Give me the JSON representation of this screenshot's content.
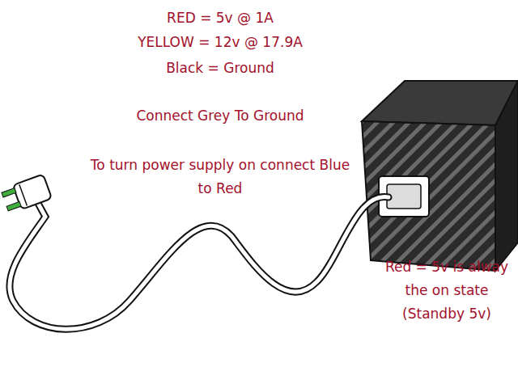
{
  "diagram": {
    "labels": [
      "RED = 5v @ 1A",
      "YELLOW = 12v @ 17.9A",
      "Black = Ground",
      "Connect Grey To Ground",
      "To turn power supply on connect Blue to Red",
      "Red = 5v is alway the on state (Standby 5v)"
    ]
  }
}
